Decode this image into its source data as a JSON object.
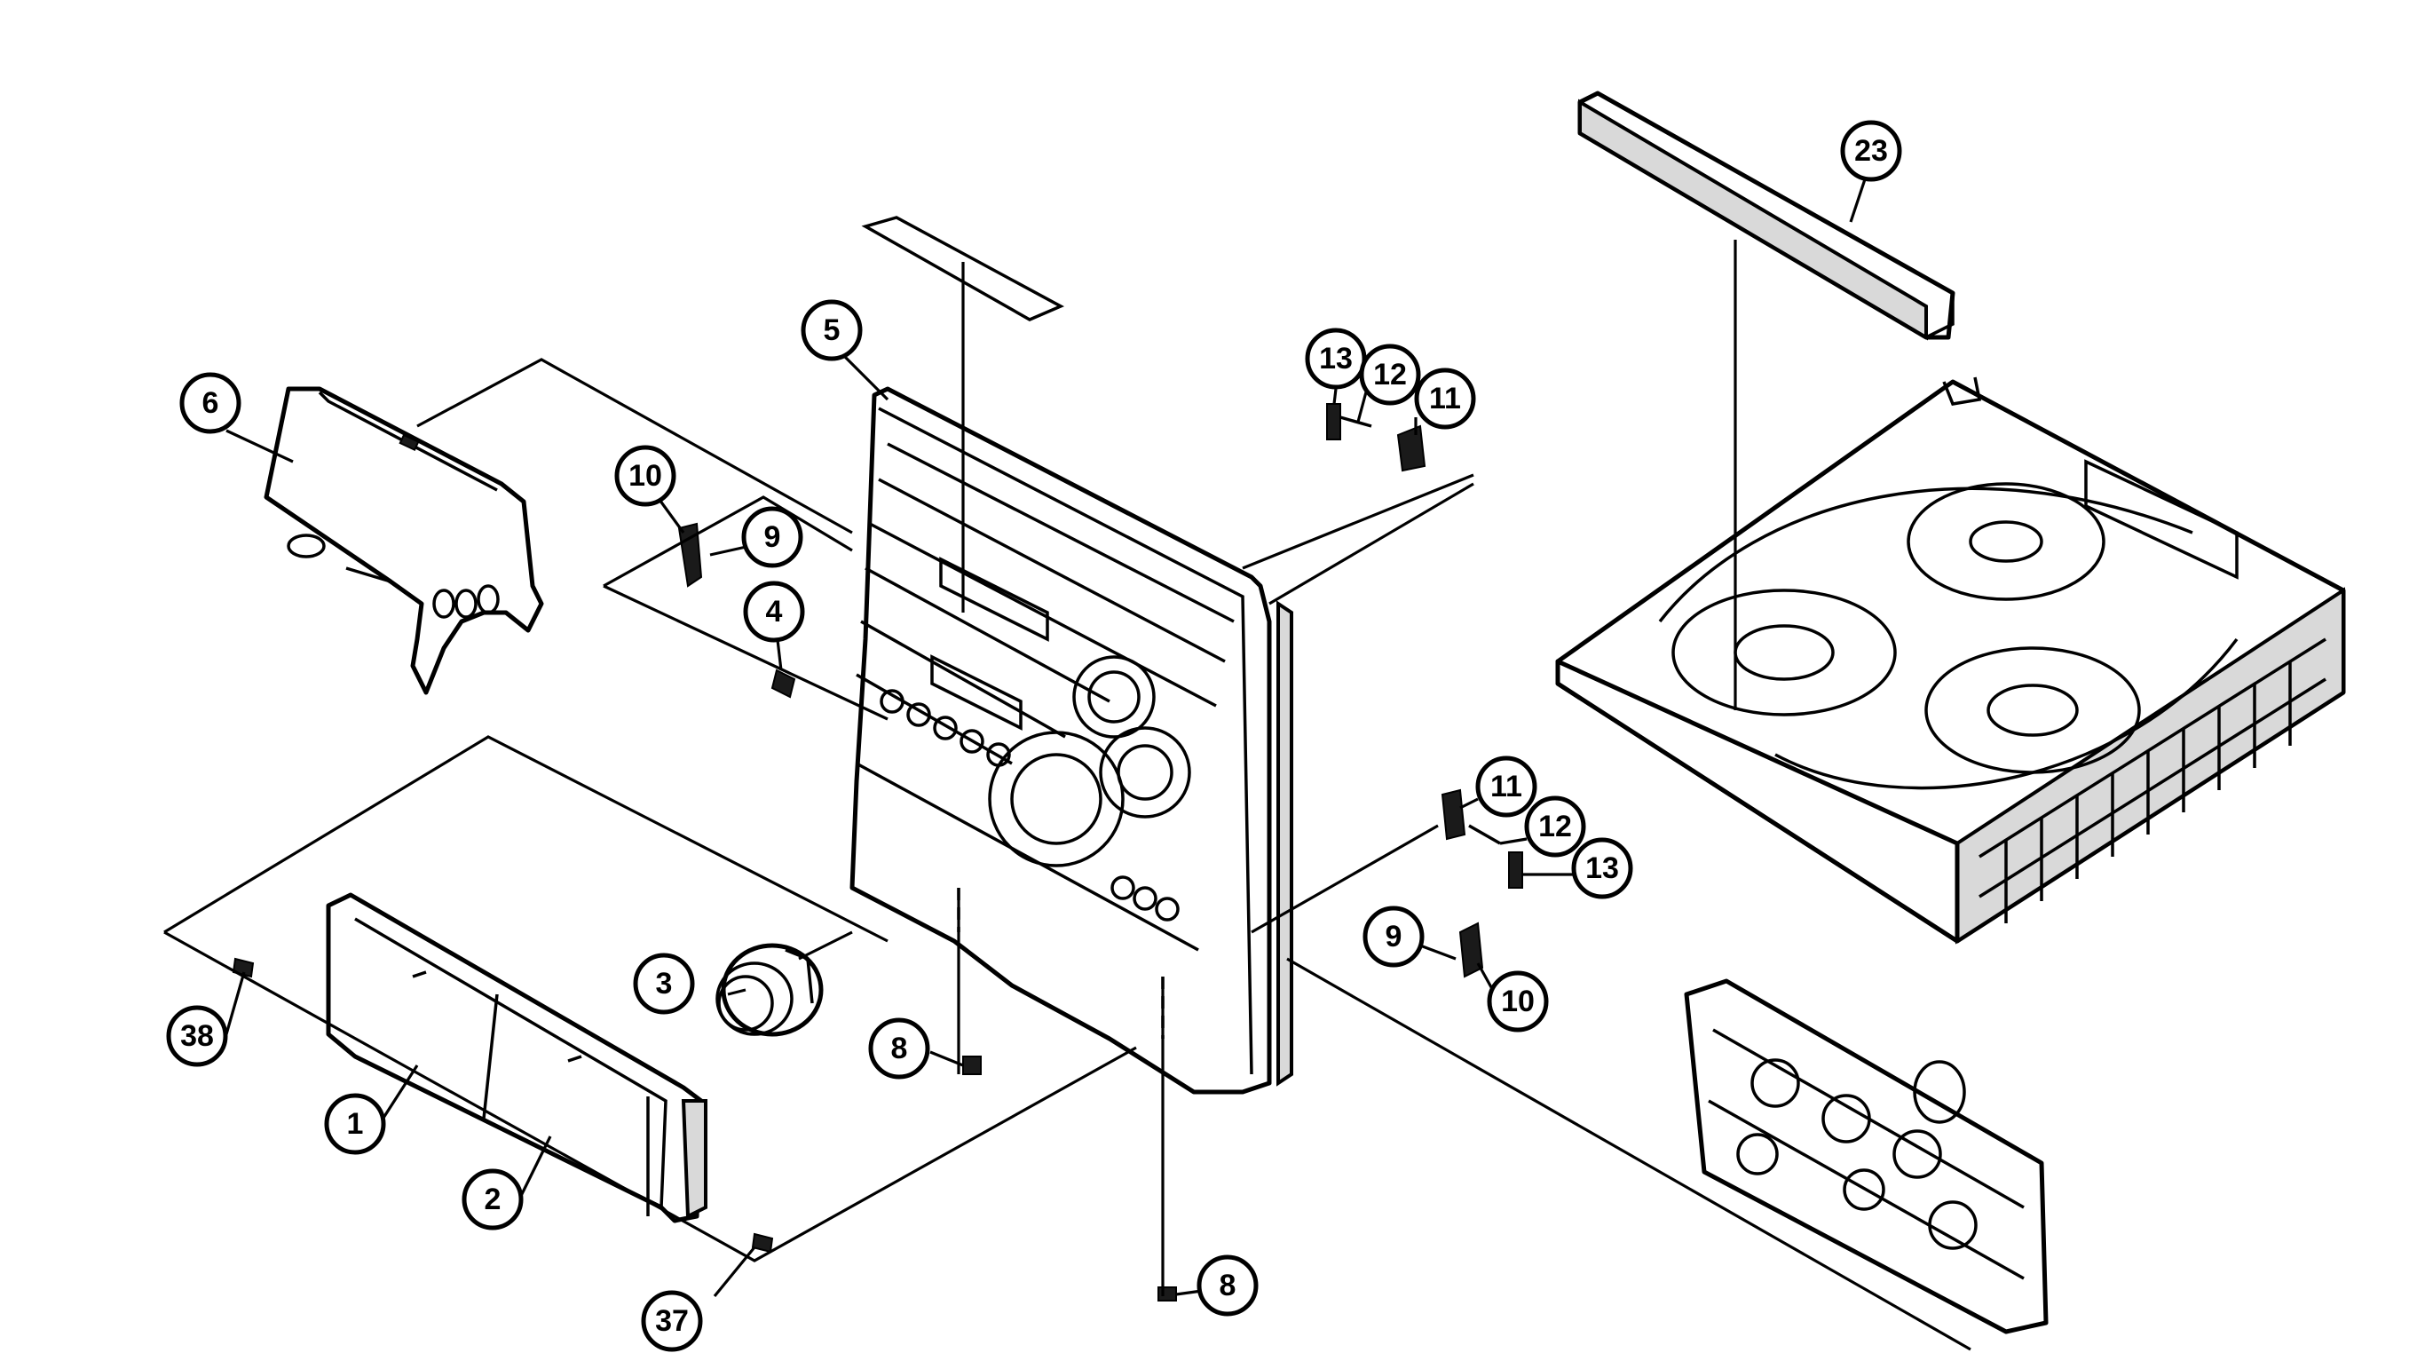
{
  "callouts": [
    {
      "id": "c1",
      "label": "1"
    },
    {
      "id": "c2",
      "label": "2"
    },
    {
      "id": "c3",
      "label": "3"
    },
    {
      "id": "c4",
      "label": "4"
    },
    {
      "id": "c5",
      "label": "5"
    },
    {
      "id": "c6",
      "label": "6"
    },
    {
      "id": "c8a",
      "label": "8"
    },
    {
      "id": "c8b",
      "label": "8"
    },
    {
      "id": "c9a",
      "label": "9"
    },
    {
      "id": "c9b",
      "label": "9"
    },
    {
      "id": "c10a",
      "label": "10"
    },
    {
      "id": "c10b",
      "label": "10"
    },
    {
      "id": "c11a",
      "label": "11"
    },
    {
      "id": "c11b",
      "label": "11"
    },
    {
      "id": "c12a",
      "label": "12"
    },
    {
      "id": "c12b",
      "label": "12"
    },
    {
      "id": "c13a",
      "label": "13"
    },
    {
      "id": "c13b",
      "label": "13"
    },
    {
      "id": "c23",
      "label": "23"
    },
    {
      "id": "c37",
      "label": "37"
    },
    {
      "id": "c38",
      "label": "38"
    }
  ]
}
